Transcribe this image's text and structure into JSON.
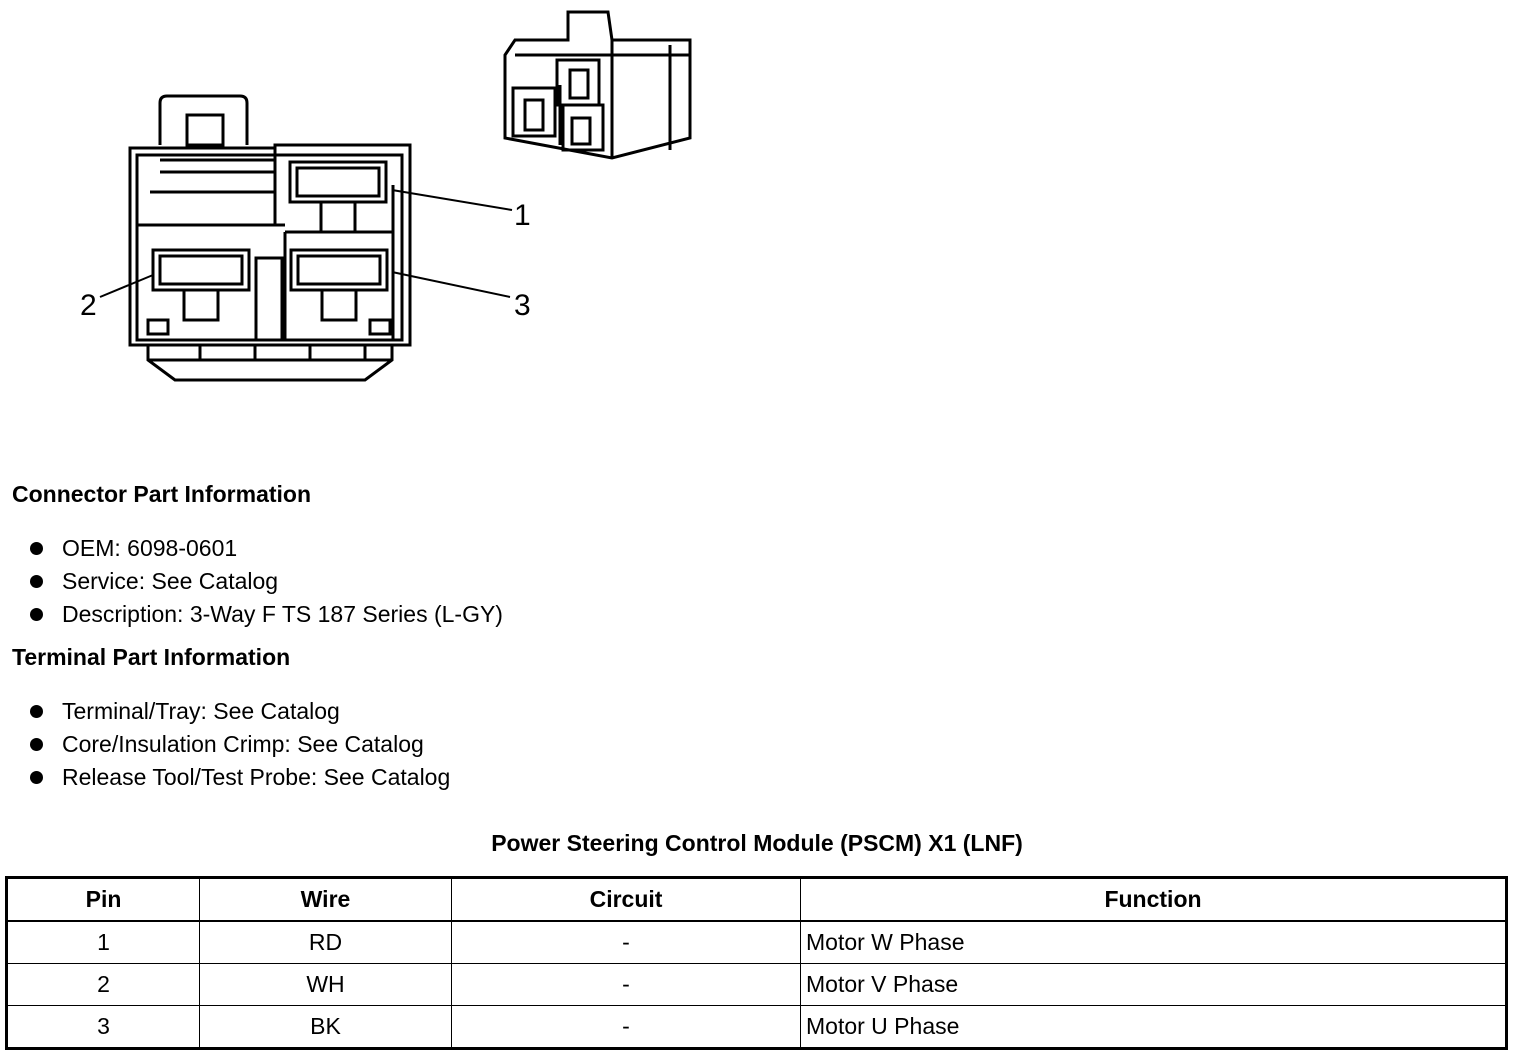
{
  "diagram": {
    "pin_labels": [
      "1",
      "2",
      "3"
    ]
  },
  "connector_info": {
    "title": "Connector Part Information",
    "items": [
      "OEM: 6098-0601",
      "Service: See Catalog",
      "Description: 3-Way F TS 187 Series (L-GY)"
    ]
  },
  "terminal_info": {
    "title": "Terminal Part Information",
    "items": [
      "Terminal/Tray: See Catalog",
      "Core/Insulation Crimp: See Catalog",
      "Release Tool/Test Probe: See Catalog"
    ]
  },
  "table": {
    "title": "Power Steering Control Module (PSCM) X1 (LNF)",
    "headers": [
      "Pin",
      "Wire",
      "Circuit",
      "Function"
    ],
    "rows": [
      [
        "1",
        "RD",
        "-",
        "Motor W Phase"
      ],
      [
        "2",
        "WH",
        "-",
        "Motor V Phase"
      ],
      [
        "3",
        "BK",
        "-",
        "Motor U Phase"
      ]
    ]
  }
}
